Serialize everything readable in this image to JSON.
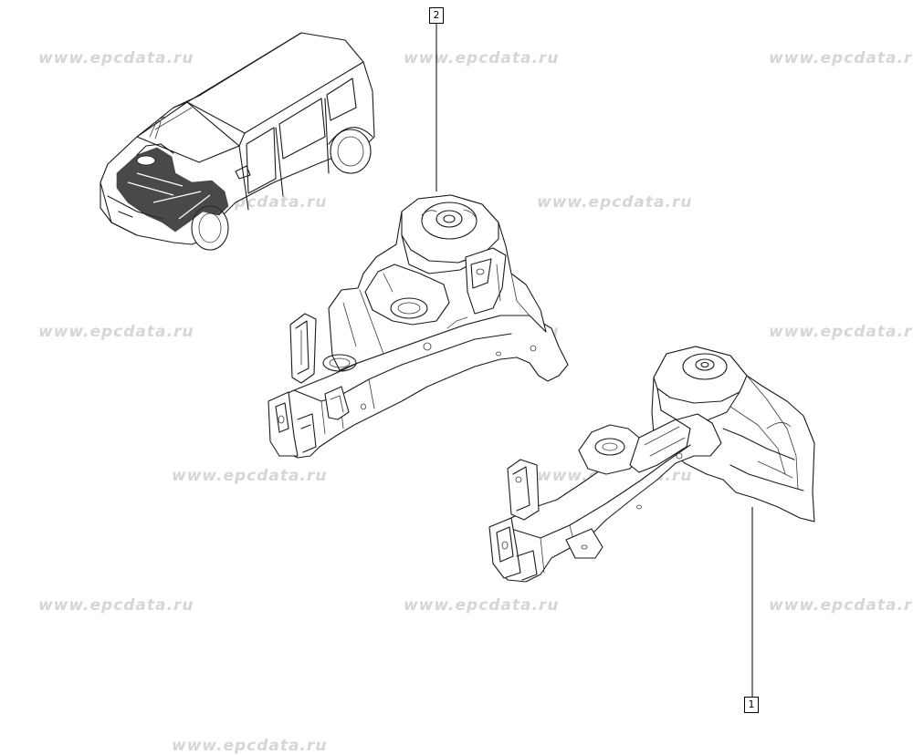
{
  "watermark": {
    "text": "www.epcdata.ru",
    "color": "#d6d6d6"
  },
  "callouts": [
    {
      "id": "1",
      "label": "1"
    },
    {
      "id": "2",
      "label": "2"
    }
  ]
}
